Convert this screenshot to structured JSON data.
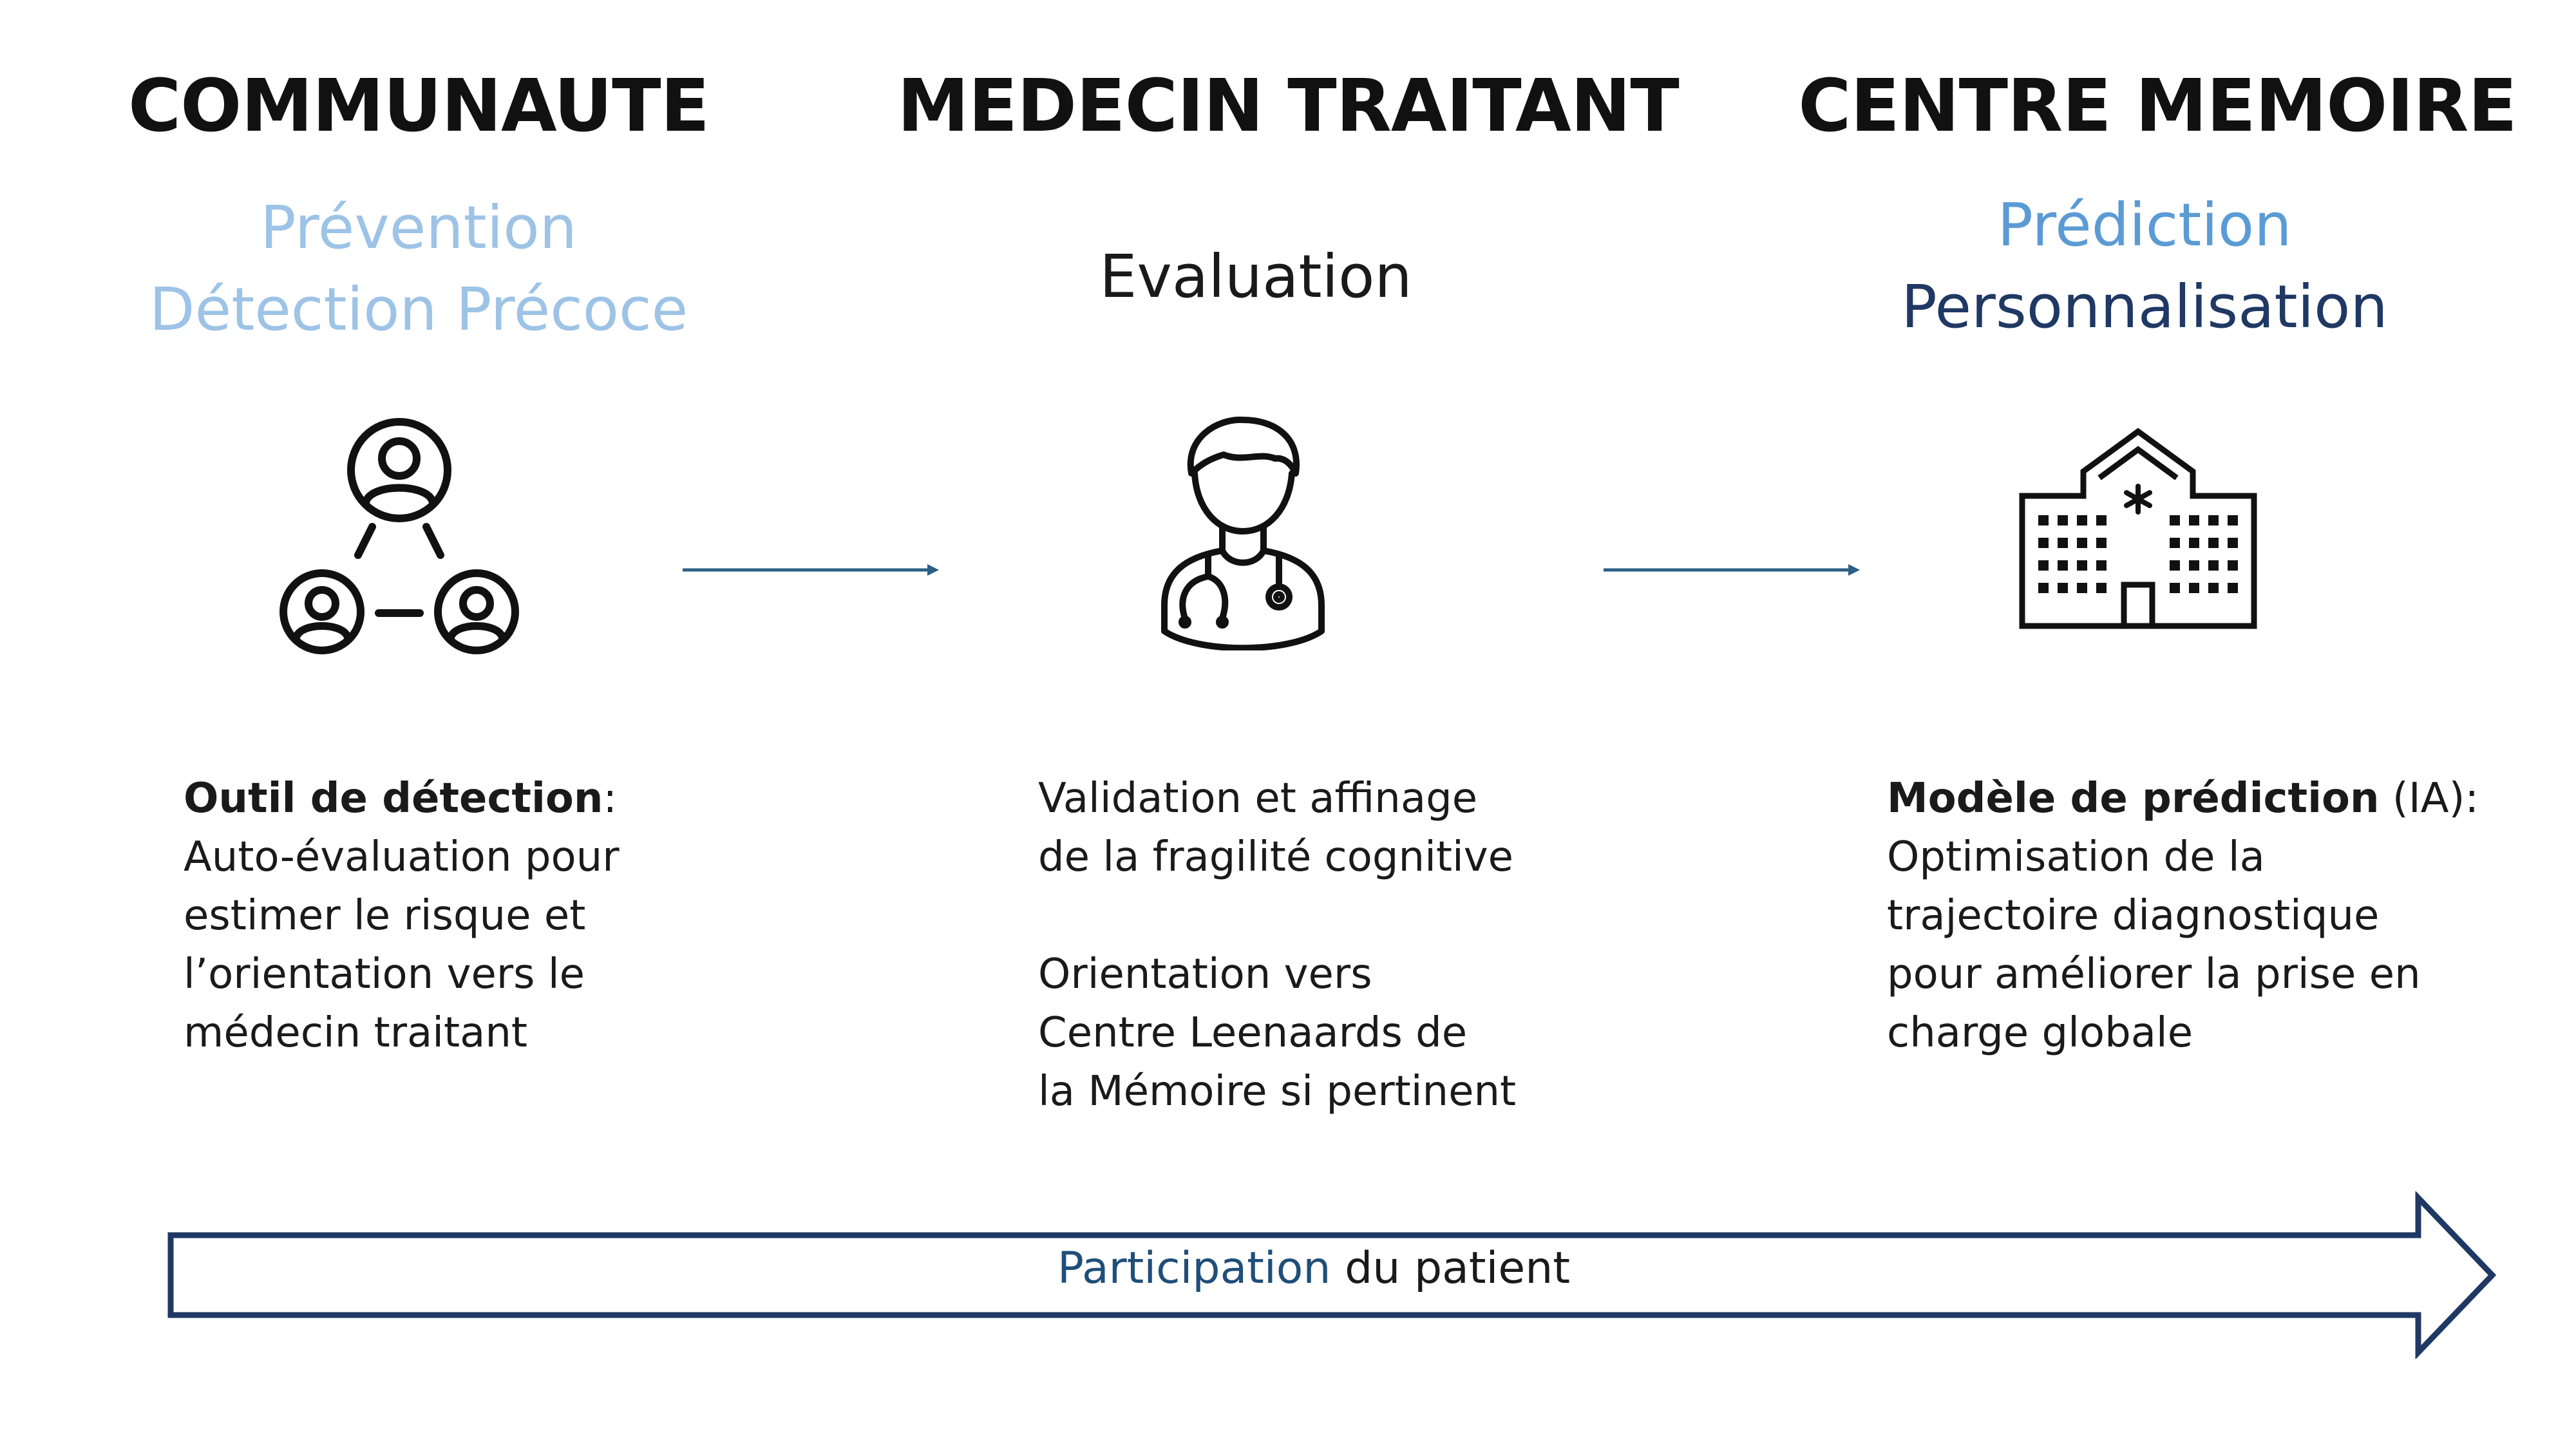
{
  "columns": [
    {
      "heading": "COMMUNAUTE",
      "sub_lines": [
        "Prévention",
        "Détection Précoce"
      ],
      "icon": "community-network-icon",
      "desc_bold": "Outil de détection",
      "desc_after_bold": ":",
      "desc_lines": [
        "Auto-évaluation pour",
        "estimer le risque et",
        "l’orientation vers le",
        "médecin traitant"
      ]
    },
    {
      "heading": "MEDECIN TRAITANT",
      "sub_lines": [
        "Evaluation"
      ],
      "icon": "doctor-stethoscope-icon",
      "desc_lines": [
        "Validation et affinage",
        "de la fragilité cognitive",
        "",
        "Orientation vers",
        "Centre Leenaards de",
        "la Mémoire si pertinent"
      ]
    },
    {
      "heading": "CENTRE MEMOIRE",
      "sub_lines": [
        "Prédiction",
        "Personnalisation"
      ],
      "icon": "hospital-building-icon",
      "desc_bold": "Modèle de prédiction",
      "desc_after_bold": " (IA):",
      "desc_lines": [
        "Optimisation de la",
        "trajectoire diagnostique",
        "pour améliorer la prise en",
        "charge globale"
      ]
    }
  ],
  "flow_arrow": {
    "label_highlight": "Participation",
    "label_rest": " du patient"
  },
  "colors": {
    "light_blue": "#9dc3e6",
    "mid_blue": "#5b9bd5",
    "dark_navy": "#1f3864",
    "arrow_navy": "#1f4e79",
    "connector_blue": "#2e5f86"
  }
}
